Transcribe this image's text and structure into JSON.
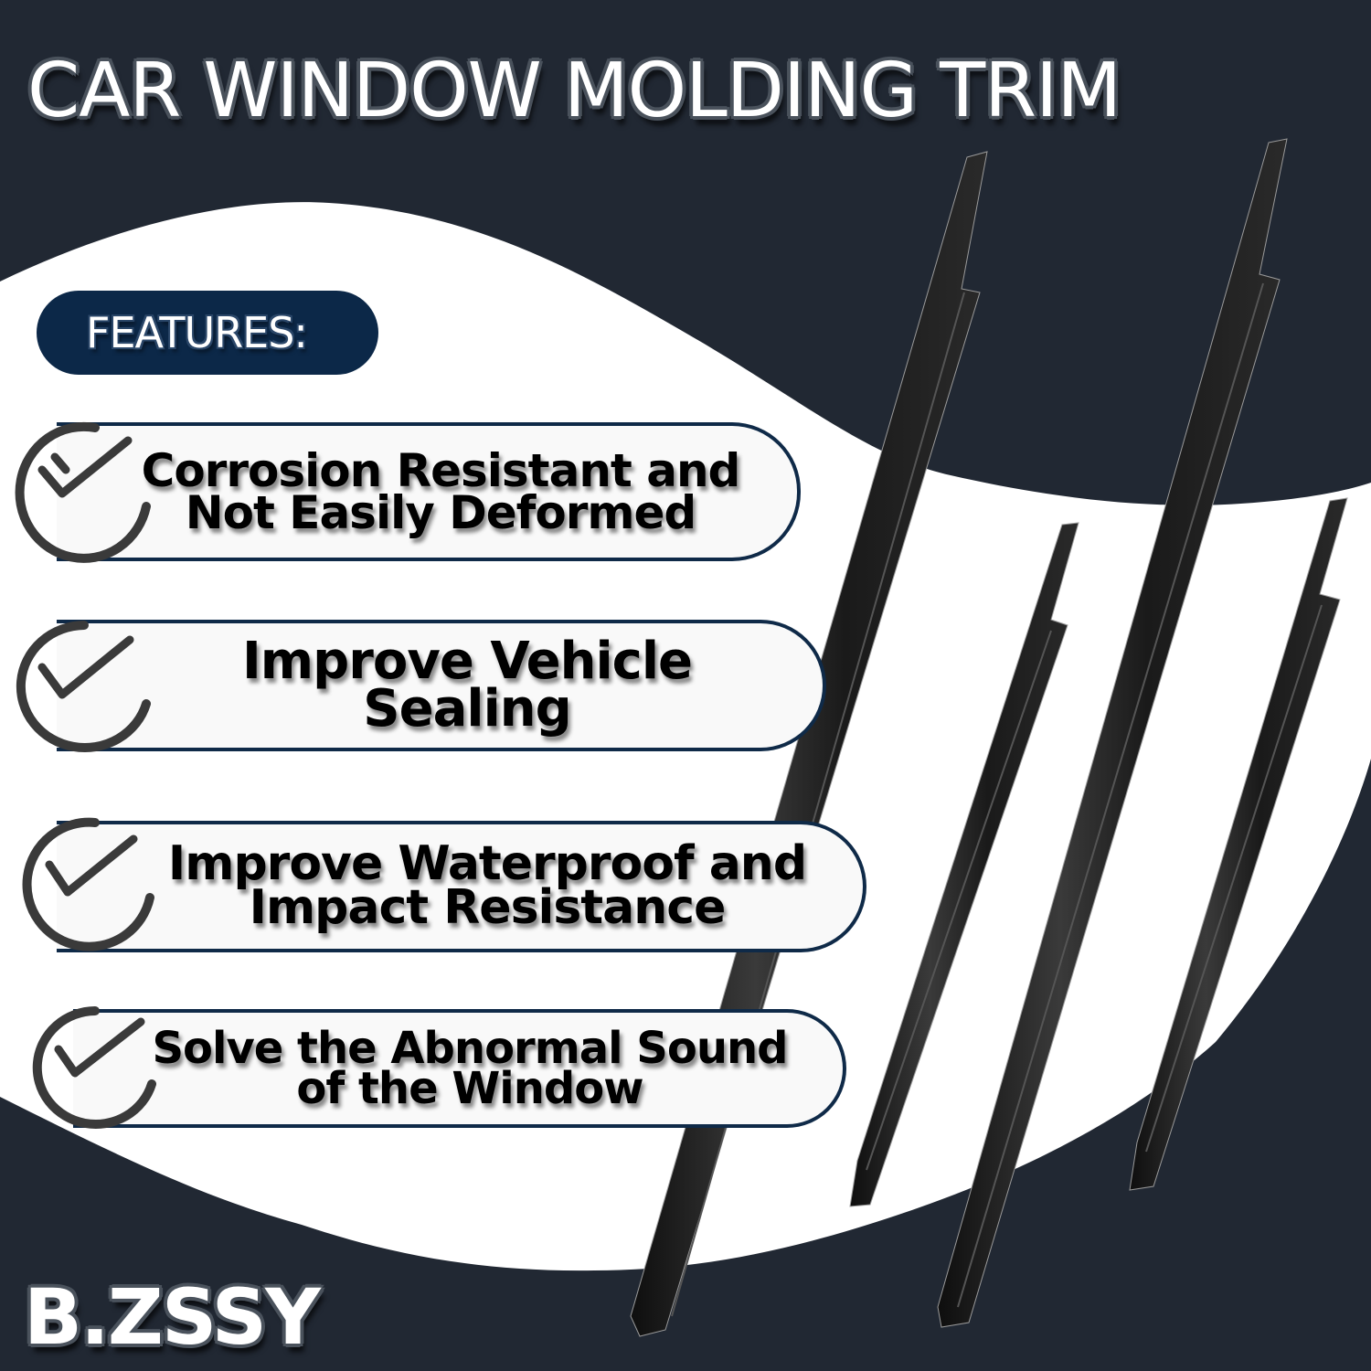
{
  "title": "CAR WINDOW MOLDING TRIM",
  "features_heading": "FEATURES:",
  "features": [
    {
      "line1": "Corrosion Resistant and",
      "line2": "Not Easily Deformed"
    },
    {
      "line1": "Improve Vehicle Sealing",
      "line2": ""
    },
    {
      "line1": "Improve Waterproof and",
      "line2": "Impact Resistance"
    },
    {
      "line1": "Solve the Abnormal Sound",
      "line2": "of the Window"
    }
  ],
  "brand": "B.ZSSY",
  "colors": {
    "background_dark": "#212833",
    "wave_white": "#ffffff",
    "features_pill": "#0c2848",
    "feature_border": "#0f2a48",
    "feature_fill": "#f9f9f9",
    "check_icon": "#3a3a3a",
    "trim_black": "#1c1c1c"
  },
  "product_images": [
    {
      "name": "long-trim-left",
      "type": "window-molding-strip"
    },
    {
      "name": "short-trim-left",
      "type": "window-molding-strip"
    },
    {
      "name": "long-trim-right",
      "type": "window-molding-strip"
    },
    {
      "name": "short-trim-right",
      "type": "window-molding-strip"
    }
  ]
}
